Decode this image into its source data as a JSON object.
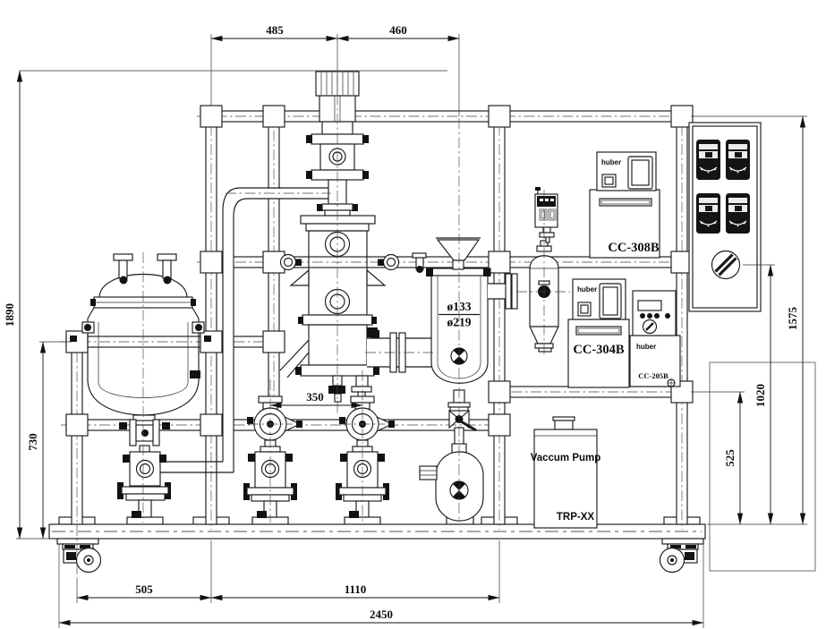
{
  "drawing": {
    "background": "#ffffff",
    "ink": "#1a1a1a",
    "dimensions_mm": {
      "top_left_span": "485",
      "top_right_span": "460",
      "overall_height": "1890",
      "left_rail_height": "730",
      "frame_height_right": "1575",
      "knob_height": "1020",
      "right_rail_height": "525",
      "base_left_span": "505",
      "base_mid_span": "1110",
      "overall_length": "2450",
      "pump_spacing": "350"
    },
    "receiver": {
      "inner_diameter": "ø133",
      "outer_diameter": "ø219"
    },
    "equipment": {
      "chiller_top": {
        "brand": "huber",
        "model": "CC-308B"
      },
      "chiller_mid": {
        "brand": "huber",
        "model": "CC-304B"
      },
      "temp_controller": {
        "brand": "huber",
        "model": "CC-205B"
      },
      "vacuum_pump": {
        "name": "Vaccum Pump",
        "model": "TRP-XX"
      }
    }
  }
}
